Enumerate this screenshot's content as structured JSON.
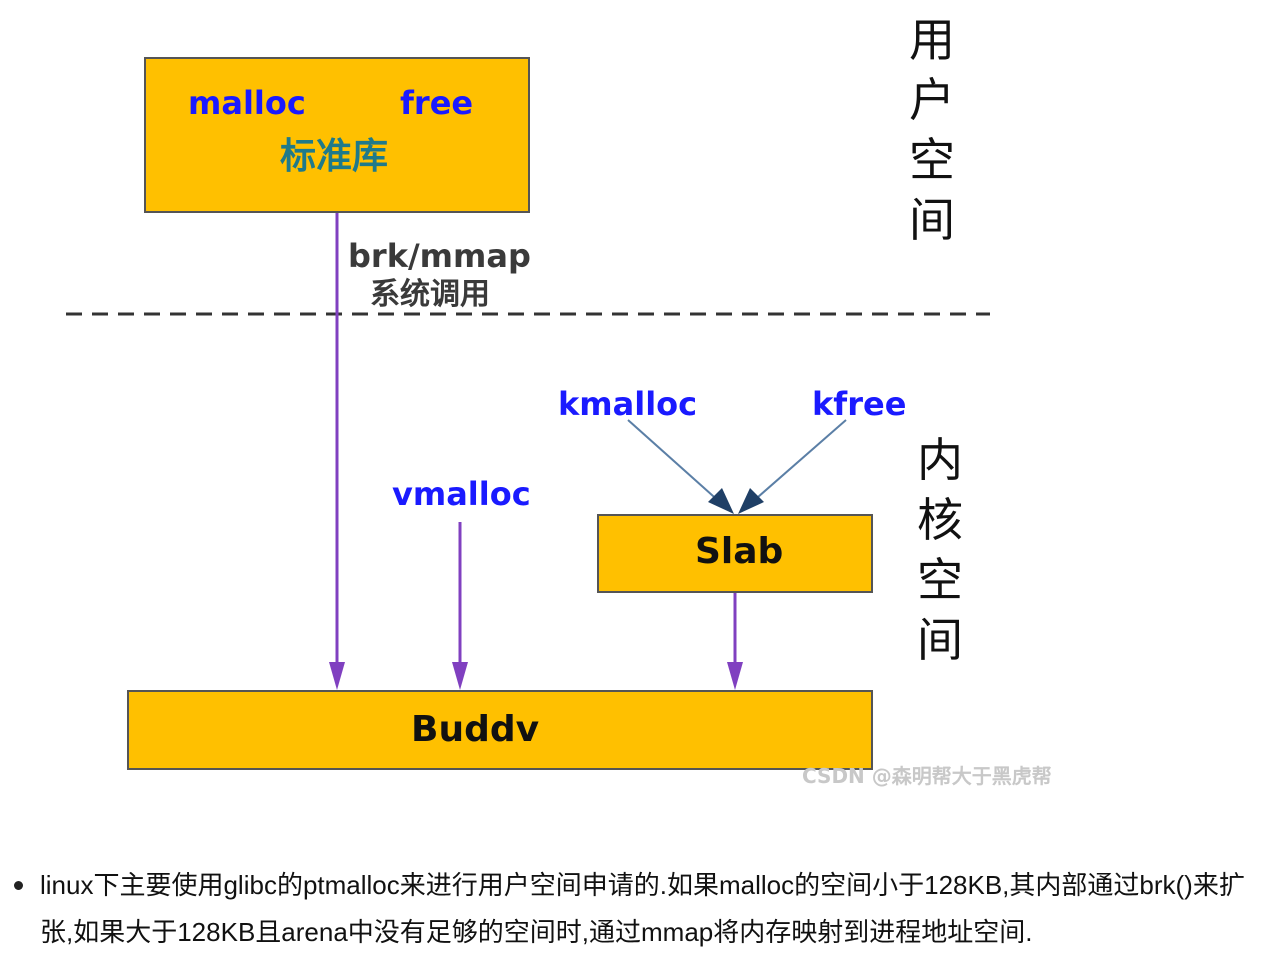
{
  "diagram": {
    "user_space_box": {
      "left_label": "malloc",
      "right_label": "free",
      "title": "标准库"
    },
    "syscall_label": {
      "line1": "brk/mmap",
      "line2": "系统调用"
    },
    "user_space_label": [
      "用",
      "户",
      "空",
      "间"
    ],
    "kernel_space_label": [
      "内",
      "核",
      "空",
      "间"
    ],
    "kmalloc_label": "kmalloc",
    "kfree_label": "kfree",
    "vmalloc_label": "vmalloc",
    "slab_label": "Slab",
    "buddy_label": "Buddv",
    "watermark": "CSDN @森明帮大于黑虎帮",
    "colors": {
      "box_fill": "#ffc000",
      "arrow_purple": "#8040c0",
      "arrow_blue": "#5b7fa6",
      "label_blue": "#1a1aff"
    }
  },
  "note": {
    "text": "linux下主要使用glibc的ptmalloc来进行用户空间申请的.如果malloc的空间小于128KB,其内部通过brk()来扩张,如果大于128KB且arena中没有足够的空间时,通过mmap将内存映射到进程地址空间."
  }
}
